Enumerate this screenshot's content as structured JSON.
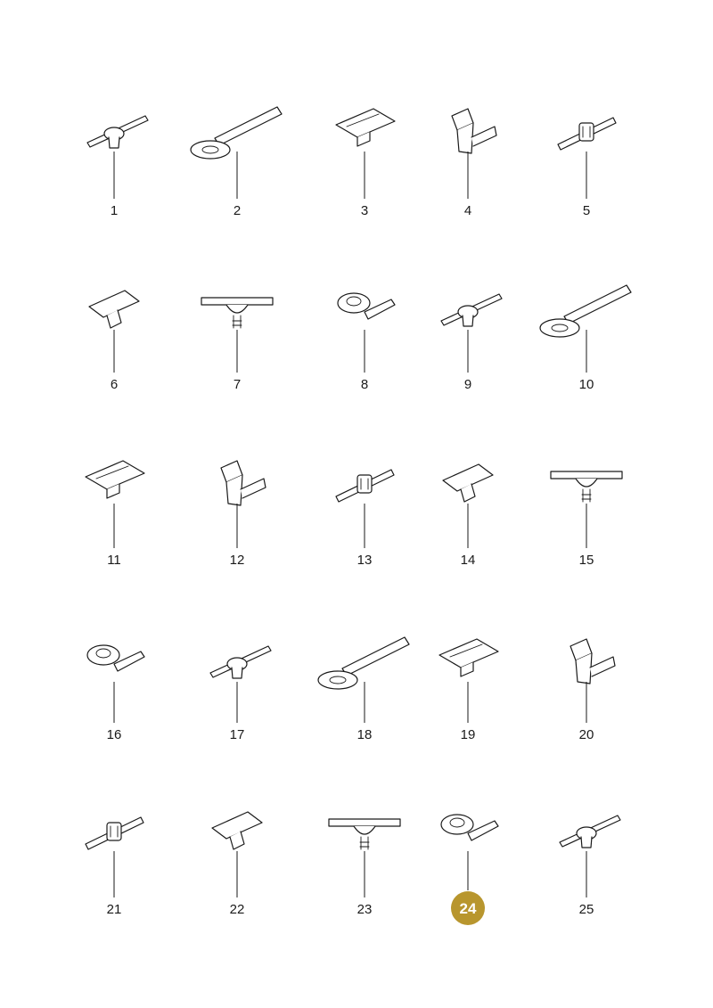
{
  "parts": [
    {
      "label": "1",
      "highlighted": false
    },
    {
      "label": "2",
      "highlighted": false
    },
    {
      "label": "3",
      "highlighted": false
    },
    {
      "label": "4",
      "highlighted": false
    },
    {
      "label": "5",
      "highlighted": false
    },
    {
      "label": "6",
      "highlighted": false
    },
    {
      "label": "7",
      "highlighted": false
    },
    {
      "label": "8",
      "highlighted": false
    },
    {
      "label": "9",
      "highlighted": false
    },
    {
      "label": "10",
      "highlighted": false
    },
    {
      "label": "11",
      "highlighted": false
    },
    {
      "label": "12",
      "highlighted": false
    },
    {
      "label": "13",
      "highlighted": false
    },
    {
      "label": "14",
      "highlighted": false
    },
    {
      "label": "15",
      "highlighted": false
    },
    {
      "label": "16",
      "highlighted": false
    },
    {
      "label": "17",
      "highlighted": false
    },
    {
      "label": "18",
      "highlighted": false
    },
    {
      "label": "19",
      "highlighted": false
    },
    {
      "label": "20",
      "highlighted": false
    },
    {
      "label": "21",
      "highlighted": false
    },
    {
      "label": "22",
      "highlighted": false
    },
    {
      "label": "23",
      "highlighted": false
    },
    {
      "label": "24",
      "highlighted": true
    },
    {
      "label": "25",
      "highlighted": false
    }
  ],
  "colors": {
    "line": "#1a1a1a",
    "highlight_fill": "#b8962e",
    "highlight_text": "#ffffff"
  }
}
